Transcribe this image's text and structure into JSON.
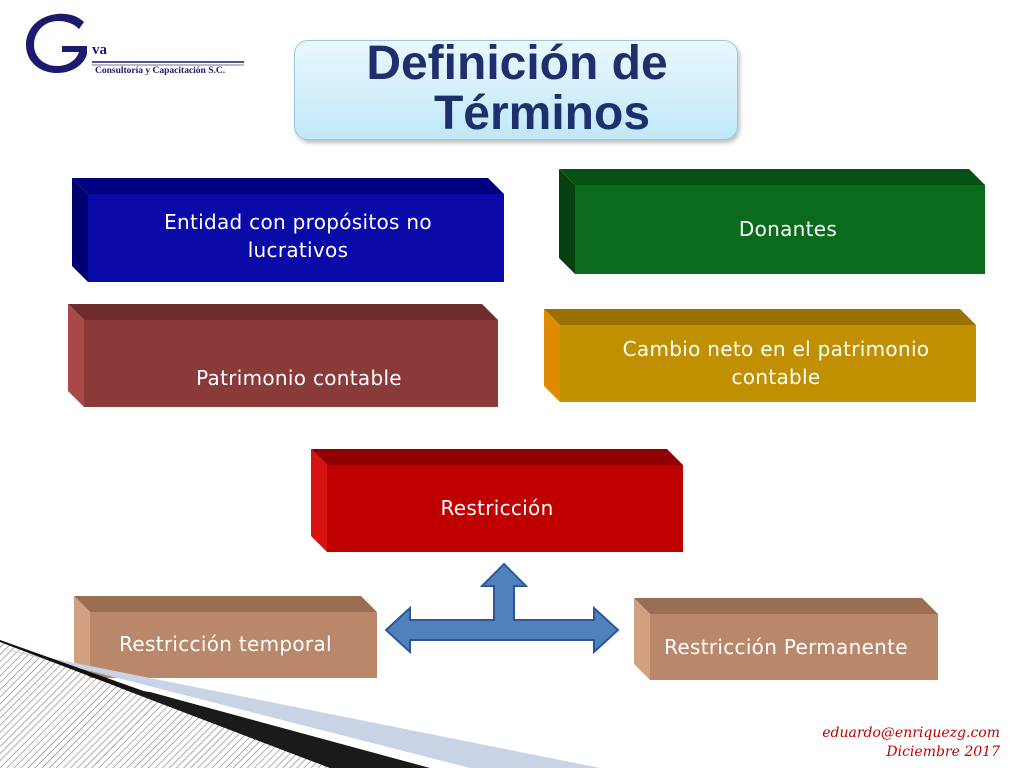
{
  "logo": {
    "mark": "G",
    "va": "va",
    "company": "Consultoría y Capacitación S.C."
  },
  "title": {
    "line1": "Definición de",
    "line2": "Términos"
  },
  "blocks": {
    "entidad": {
      "line1": "Entidad con propósitos no",
      "line2": "lucrativos",
      "color": "#0a0aa8"
    },
    "donantes": {
      "label": "Donantes",
      "color": "#0b6b1c"
    },
    "patrimonio": {
      "label": "Patrimonio contable",
      "color": "#8b3a3a"
    },
    "cambio": {
      "line1": "Cambio neto en el patrimonio",
      "line2": "contable",
      "color": "#c09000"
    },
    "restriccion": {
      "label": "Restricción",
      "color": "#c00000"
    },
    "temporal": {
      "label": "Restricción temporal",
      "color": "#b9876a"
    },
    "permanente": {
      "label": "Restricción Permanente",
      "color": "#b9876a"
    }
  },
  "footer": {
    "email": "eduardo@enriquezg.com",
    "date": "Diciembre 2017"
  }
}
